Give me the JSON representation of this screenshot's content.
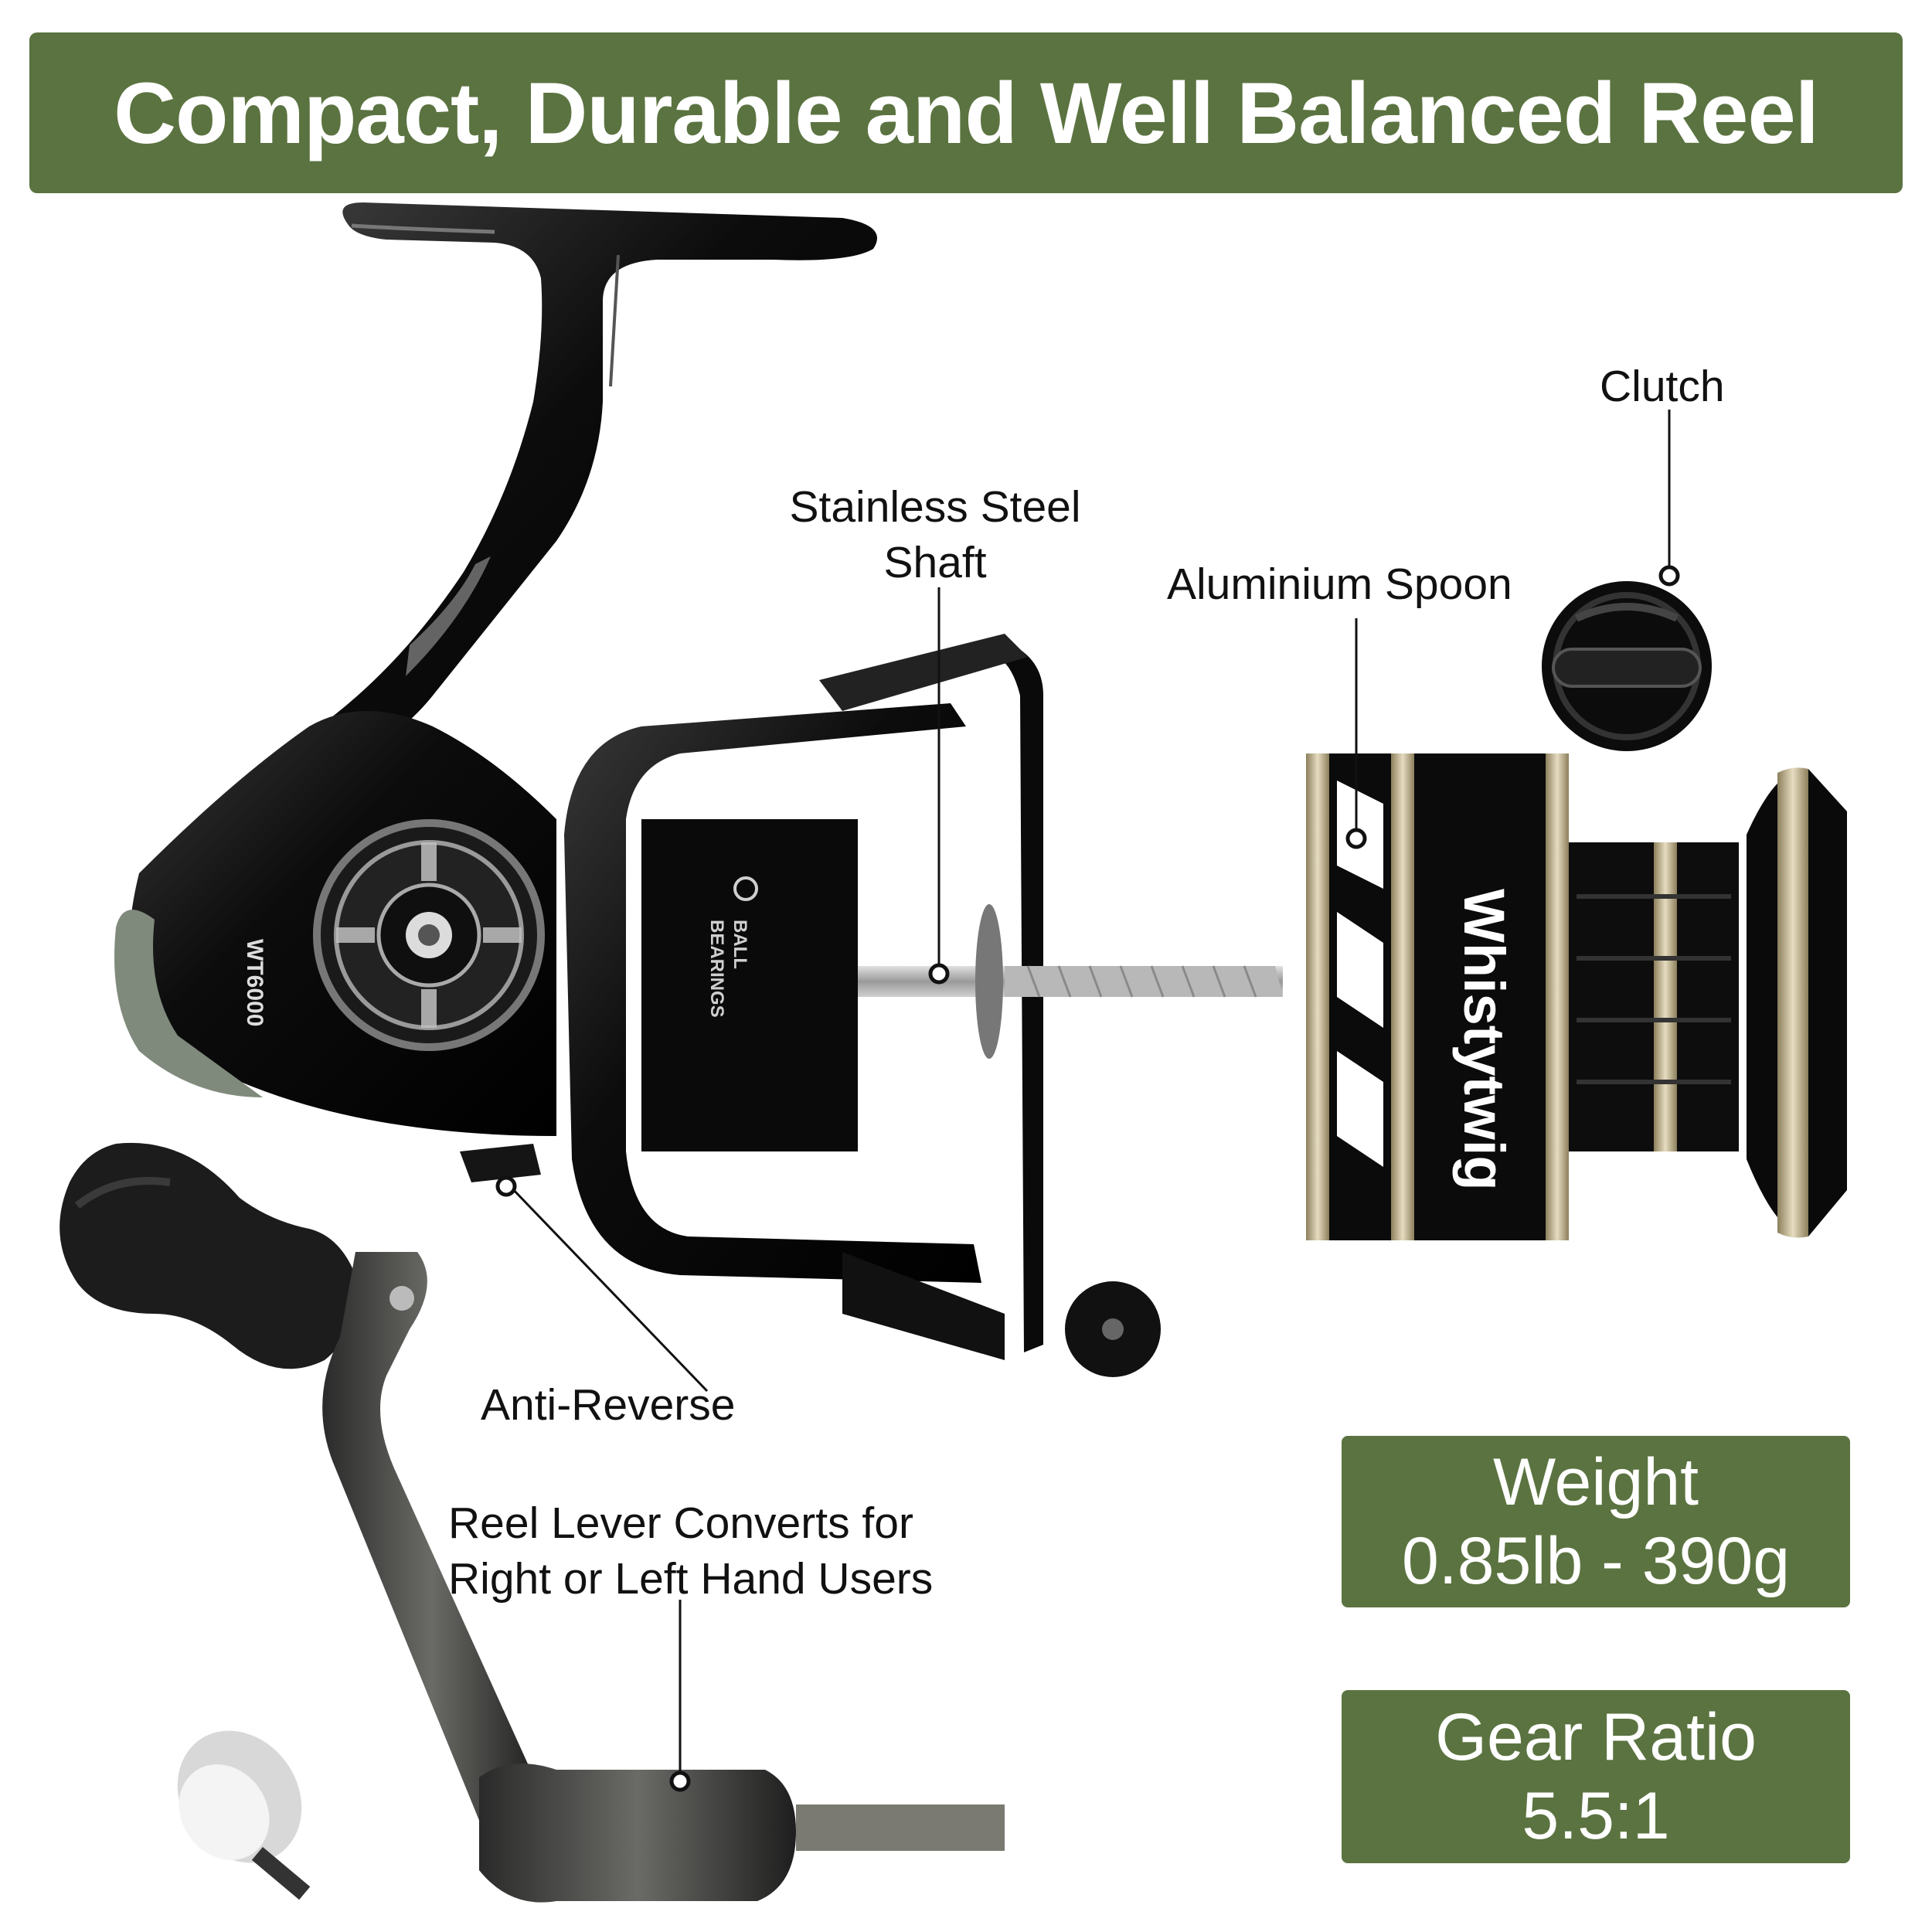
{
  "header": {
    "title": "Compact, Durable and Well Balanced Reel"
  },
  "callouts": {
    "clutch": "Clutch",
    "shaft_line1": "Stainless Steel",
    "shaft_line2": "Shaft",
    "spool": "Aluminium Spoon",
    "anti_reverse": "Anti-Reverse",
    "lever_line1": "Reel Lever Converts for",
    "lever_line2": "Right or Left Hand Users"
  },
  "reel_markings": {
    "model": "WT6000",
    "bearings_line1": "BALL",
    "bearings_line2": "BEARINGS",
    "brand": "Whistytwig"
  },
  "specs": {
    "weight_title": "Weight",
    "weight_value": "0.85lb - 390g",
    "gear_title": "Gear Ratio",
    "gear_value": "5.5:1"
  },
  "colors": {
    "accent_green": "#5b7340",
    "reel_black": "#0b0b0b",
    "trim_gold": "#c9b98e",
    "grey_trim": "#7f8a7c"
  }
}
